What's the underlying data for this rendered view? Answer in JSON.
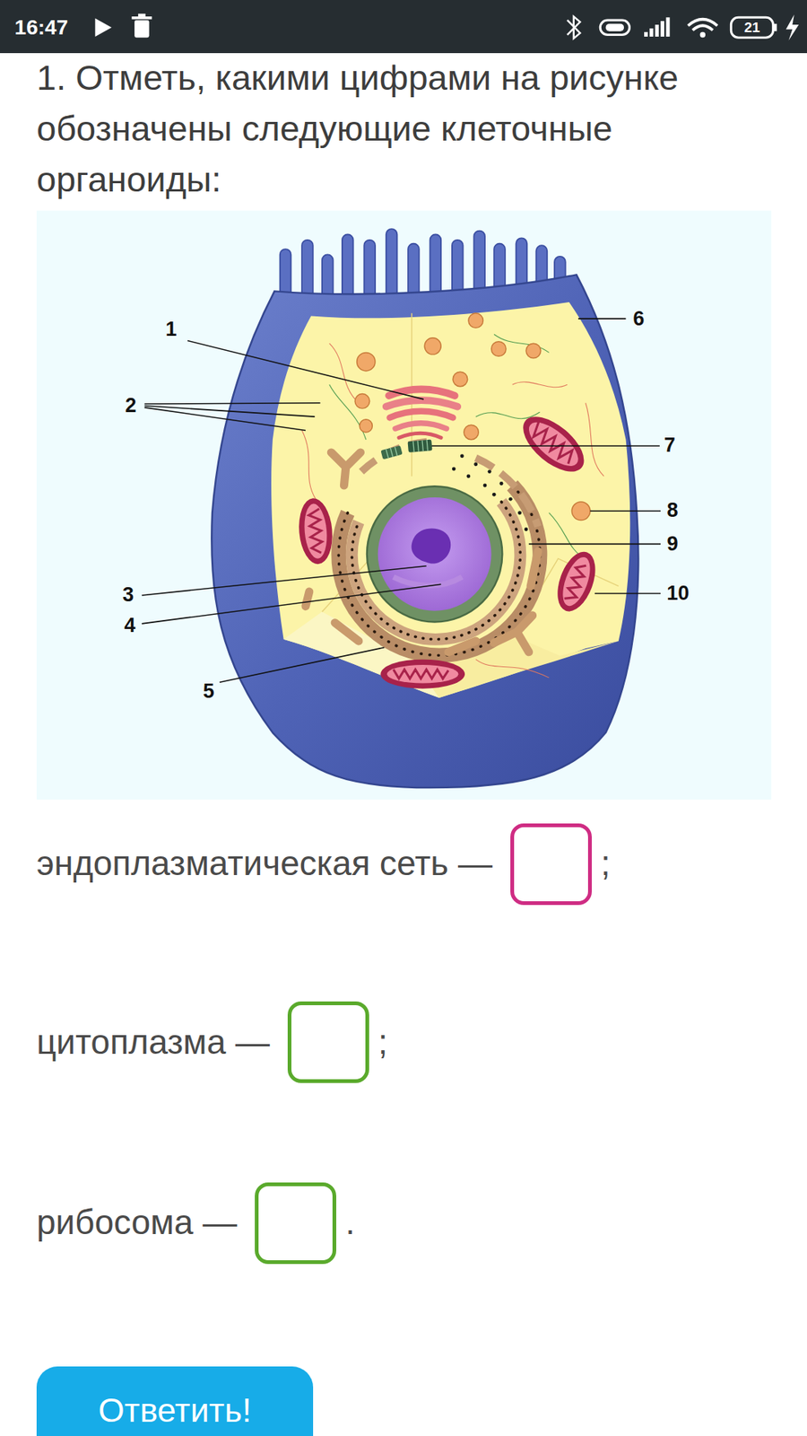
{
  "diagram": {
    "title": "1. Отметь, какими цифрами на рисунке обозначены следующие клеточные органоиды:",
    "nodes": [
      {
        "text": [
          "Ответить!"
        ]
      }
    ],
    "labels": [
      "16:47",
      "21",
      "1",
      "6",
      "2",
      "7",
      "8",
      "9",
      "3",
      "10",
      "4",
      "5",
      "эндоплазматическая сеть —",
      ";",
      "цитоплазма —",
      ";",
      "рибосома —",
      "."
    ]
  }
}
